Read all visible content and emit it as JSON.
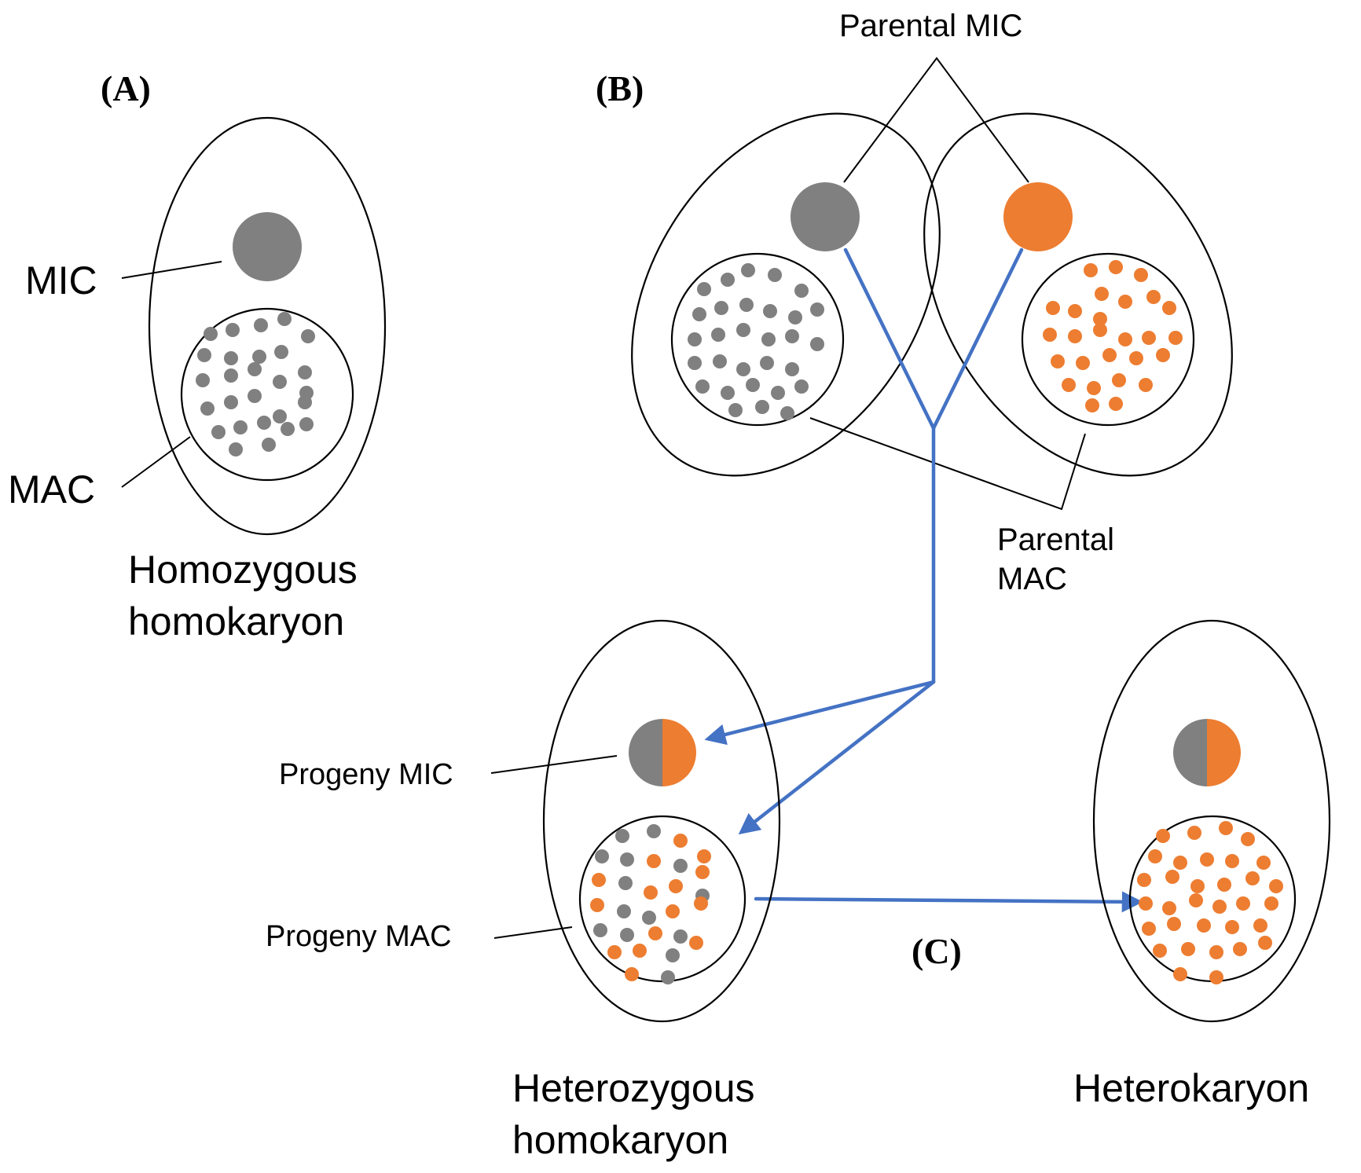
{
  "panels": {
    "a": {
      "letter": "(A)",
      "mic_label": "MIC",
      "mac_label": "MAC",
      "caption_line1": "Homozygous",
      "caption_line2": "homokaryon"
    },
    "b": {
      "letter": "(B)",
      "parental_mic_label": "Parental MIC",
      "parental_mac_line1": "Parental",
      "parental_mac_line2": "MAC"
    },
    "progeny": {
      "mic_label": "Progeny MIC",
      "mac_label": "Progeny MAC",
      "caption_line1": "Heterozygous",
      "caption_line2": "homokaryon"
    },
    "c": {
      "letter": "(C)",
      "caption": "Heterokaryon"
    }
  },
  "colors": {
    "gray": "#808080",
    "orange": "#ed7d31",
    "arrow": "#4472c4",
    "outline": "#000000"
  }
}
